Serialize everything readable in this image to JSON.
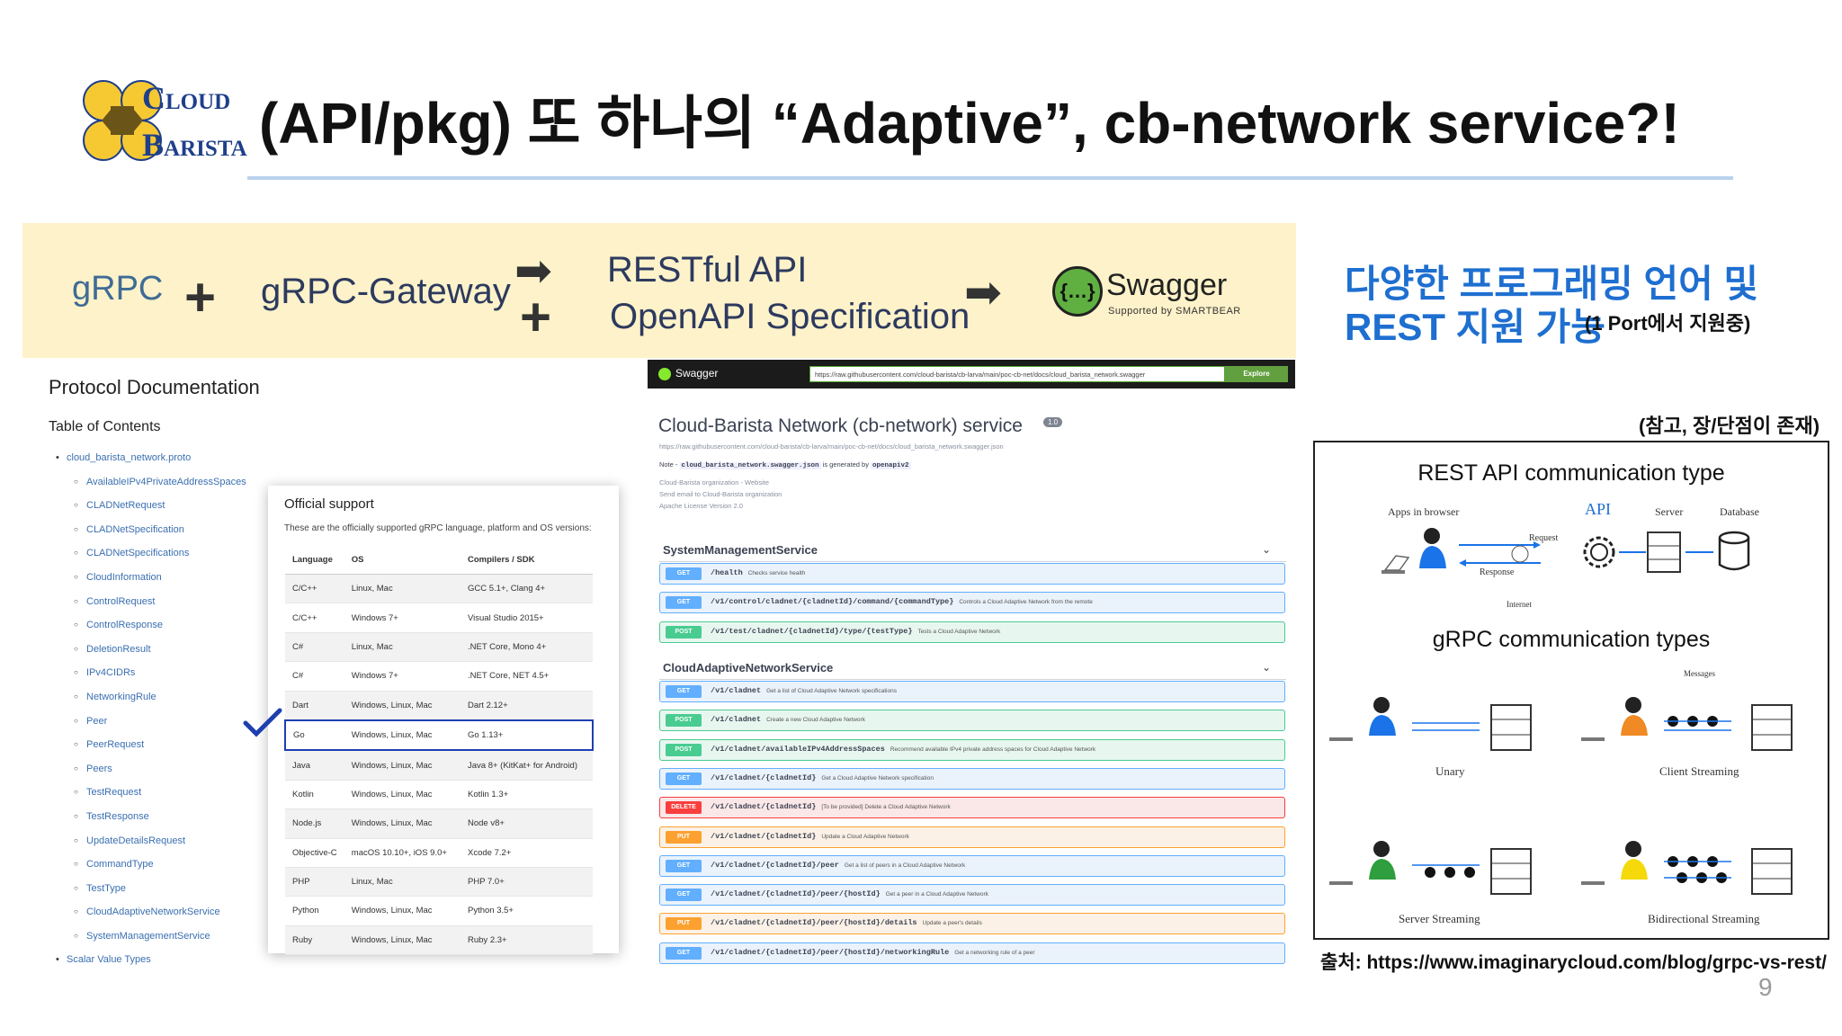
{
  "header": {
    "logo_line1": "Cloud",
    "logo_line2": "Barista",
    "title": "(API/pkg) 또 하나의 “Adaptive”, cb-network service?!"
  },
  "banner": {
    "grpc_logo": "gRPC",
    "plus": "+",
    "gateway": "gRPC-Gateway",
    "arrow": "➡",
    "restful": "RESTful API",
    "openapi": "OpenAPI Specification",
    "swagger_word": "Swagger",
    "swagger_sub": "Supported by SMARTBEAR"
  },
  "right_text": {
    "line1": "다양한 프로그래밍 언어 및",
    "line2": "REST 지원 가능",
    "line2_small": "(1 Port에서 지원중)",
    "note": "(참고, 장/단점이 존재)"
  },
  "protocol_doc": {
    "title": "Protocol Documentation",
    "toc_title": "Table of Contents",
    "items": [
      {
        "label": "cloud_barista_network.proto",
        "level": 1
      },
      {
        "label": "AvailableIPv4PrivateAddressSpaces",
        "level": 2
      },
      {
        "label": "CLADNetRequest",
        "level": 2
      },
      {
        "label": "CLADNetSpecification",
        "level": 2
      },
      {
        "label": "CLADNetSpecifications",
        "level": 2
      },
      {
        "label": "CloudInformation",
        "level": 2
      },
      {
        "label": "ControlRequest",
        "level": 2
      },
      {
        "label": "ControlResponse",
        "level": 2
      },
      {
        "label": "DeletionResult",
        "level": 2
      },
      {
        "label": "IPv4CIDRs",
        "level": 2
      },
      {
        "label": "NetworkingRule",
        "level": 2
      },
      {
        "label": "Peer",
        "level": 2
      },
      {
        "label": "PeerRequest",
        "level": 2
      },
      {
        "label": "Peers",
        "level": 2
      },
      {
        "label": "TestRequest",
        "level": 2
      },
      {
        "label": "TestResponse",
        "level": 2
      },
      {
        "label": "UpdateDetailsRequest",
        "level": 2
      },
      {
        "label": "CommandType",
        "level": 2
      },
      {
        "label": "TestType",
        "level": 2
      },
      {
        "label": "CloudAdaptiveNetworkService",
        "level": 2
      },
      {
        "label": "SystemManagementService",
        "level": 2
      },
      {
        "label": "Scalar Value Types",
        "level": 1
      }
    ]
  },
  "official_support": {
    "title": "Official support",
    "description": "These are the officially supported gRPC language, platform and OS versions:",
    "headers": [
      "Language",
      "OS",
      "Compilers / SDK"
    ],
    "rows": [
      [
        "C/C++",
        "Linux, Mac",
        "GCC 5.1+, Clang 4+"
      ],
      [
        "C/C++",
        "Windows 7+",
        "Visual Studio 2015+"
      ],
      [
        "C#",
        "Linux, Mac",
        ".NET Core, Mono 4+"
      ],
      [
        "C#",
        "Windows 7+",
        ".NET Core, NET 4.5+"
      ],
      [
        "Dart",
        "Windows, Linux, Mac",
        "Dart 2.12+"
      ],
      [
        "Go",
        "Windows, Linux, Mac",
        "Go 1.13+"
      ],
      [
        "Java",
        "Windows, Linux, Mac",
        "Java 8+ (KitKat+ for Android)"
      ],
      [
        "Kotlin",
        "Windows, Linux, Mac",
        "Kotlin 1.3+"
      ],
      [
        "Node.js",
        "Windows, Linux, Mac",
        "Node v8+"
      ],
      [
        "Objective-C",
        "macOS 10.10+, iOS 9.0+",
        "Xcode 7.2+"
      ],
      [
        "PHP",
        "Linux, Mac",
        "PHP 7.0+"
      ],
      [
        "Python",
        "Windows, Linux, Mac",
        "Python 3.5+"
      ],
      [
        "Ruby",
        "Windows, Linux, Mac",
        "Ruby 2.3+"
      ]
    ],
    "highlighted_row": 5
  },
  "swagger_ui": {
    "logo": "Swagger",
    "url": "https://raw.githubusercontent.com/cloud-barista/cb-larva/main/poc-cb-net/docs/cloud_barista_network.swagger",
    "explore": "Explore",
    "title": "Cloud-Barista Network (cb-network) service",
    "version": "1.0",
    "meta_url": "https://raw.githubusercontent.com/cloud-barista/cb-larva/main/poc-cb-net/docs/cloud_barista_network.swagger.json",
    "meta_note_prefix": "Note -",
    "meta_note_file": "cloud_barista_network.swagger.json",
    "meta_note_mid": "is generated by",
    "meta_note_tool": "openapiv2",
    "meta_org": "Cloud-Barista organization - Website",
    "meta_email": "Send email to Cloud-Barista organization",
    "meta_license": "Apache License Version 2.0",
    "sections": [
      {
        "name": "SystemManagementService",
        "ops": [
          {
            "method": "GET",
            "path": "/health",
            "desc": "Checks service health"
          },
          {
            "method": "GET",
            "path": "/v1/control/cladnet/{cladnetId}/command/{commandType}",
            "desc": "Controls a Cloud Adaptive Network from the remote"
          },
          {
            "method": "POST",
            "path": "/v1/test/cladnet/{cladnetId}/type/{testType}",
            "desc": "Tests a Cloud Adaptive Network"
          }
        ]
      },
      {
        "name": "CloudAdaptiveNetworkService",
        "ops": [
          {
            "method": "GET",
            "path": "/v1/cladnet",
            "desc": "Get a list of Cloud Adaptive Network specifications"
          },
          {
            "method": "POST",
            "path": "/v1/cladnet",
            "desc": "Create a new Cloud Adaptive Network"
          },
          {
            "method": "POST",
            "path": "/v1/cladnet/availableIPv4AddressSpaces",
            "desc": "Recommend available IPv4 private address spaces for Cloud Adaptive Network"
          },
          {
            "method": "GET",
            "path": "/v1/cladnet/{cladnetId}",
            "desc": "Get a Cloud Adaptive Network specification"
          },
          {
            "method": "DELETE",
            "path": "/v1/cladnet/{cladnetId}",
            "desc": "[To be provided] Delete a Cloud Adaptive Network"
          },
          {
            "method": "PUT",
            "path": "/v1/cladnet/{cladnetId}",
            "desc": "Update a Cloud Adaptive Network"
          },
          {
            "method": "GET",
            "path": "/v1/cladnet/{cladnetId}/peer",
            "desc": "Get a list of peers in a Cloud Adaptive Network"
          },
          {
            "method": "GET",
            "path": "/v1/cladnet/{cladnetId}/peer/{hostId}",
            "desc": "Get a peer in a Cloud Adaptive Network"
          },
          {
            "method": "PUT",
            "path": "/v1/cladnet/{cladnetId}/peer/{hostId}/details",
            "desc": "Update a peer's details"
          },
          {
            "method": "GET",
            "path": "/v1/cladnet/{cladnetId}/peer/{hostId}/networkingRule",
            "desc": "Get a networking rule of a peer"
          }
        ]
      }
    ]
  },
  "comparison": {
    "rest_title": "REST API communication type",
    "apps_in_browser": "Apps in browser",
    "api": "API",
    "server": "Server",
    "database": "Database",
    "request": "Request",
    "response": "Response",
    "internet": "Internet",
    "grpc_title": "gRPC  communication types",
    "messages": "Messages",
    "unary": "Unary",
    "client_streaming": "Client Streaming",
    "server_streaming": "Server Streaming",
    "bidirectional_streaming": "Bidirectional Streaming",
    "colors": {
      "person_rest": "#1a73e8",
      "person_unary": "#1a73e8",
      "person_client": "#f08a24",
      "person_server": "#2e9e3e",
      "person_bidi": "#f5d90a"
    }
  },
  "source": "출처: https://www.imaginarycloud.com/blog/grpc-vs-rest/",
  "page_number": "9"
}
